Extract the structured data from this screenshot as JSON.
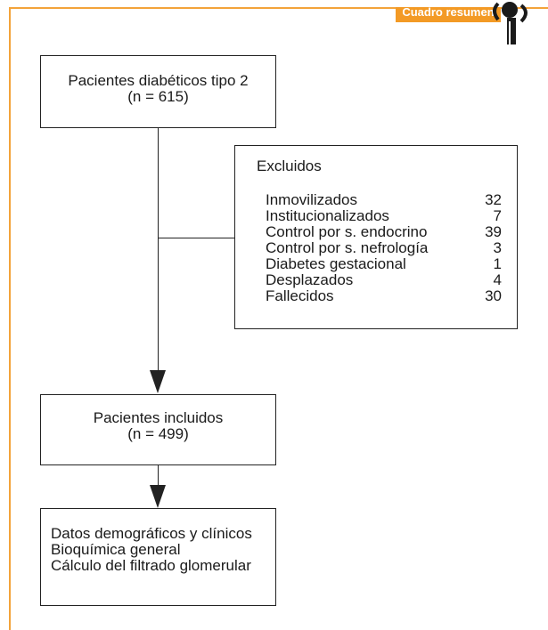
{
  "tag": {
    "label": "Cuadro resumen"
  },
  "box_patients": {
    "line1": "Pacientes diabéticos tipo 2",
    "line2": "(n = 615)"
  },
  "box_excluded": {
    "title": "Excluidos",
    "items": [
      {
        "label": "Inmovilizados",
        "value": "32"
      },
      {
        "label": "Institucionalizados",
        "value": "7"
      },
      {
        "label": "Control por s. endocrino",
        "value": "39"
      },
      {
        "label": "Control por s. nefrología",
        "value": "3"
      },
      {
        "label": "Diabetes gestacional",
        "value": "1"
      },
      {
        "label": "Desplazados",
        "value": "4"
      },
      {
        "label": "Fallecidos",
        "value": "30"
      }
    ]
  },
  "box_included": {
    "line1": "Pacientes incluidos",
    "line2": "(n = 499)"
  },
  "box_data": {
    "lines": [
      "Datos demográficos y clínicos",
      "Bioquímica general",
      "Cálculo del filtrado glomerular"
    ]
  },
  "colors": {
    "accent": "#f39a25",
    "frame": "#f3a33a",
    "line": "#222222"
  }
}
